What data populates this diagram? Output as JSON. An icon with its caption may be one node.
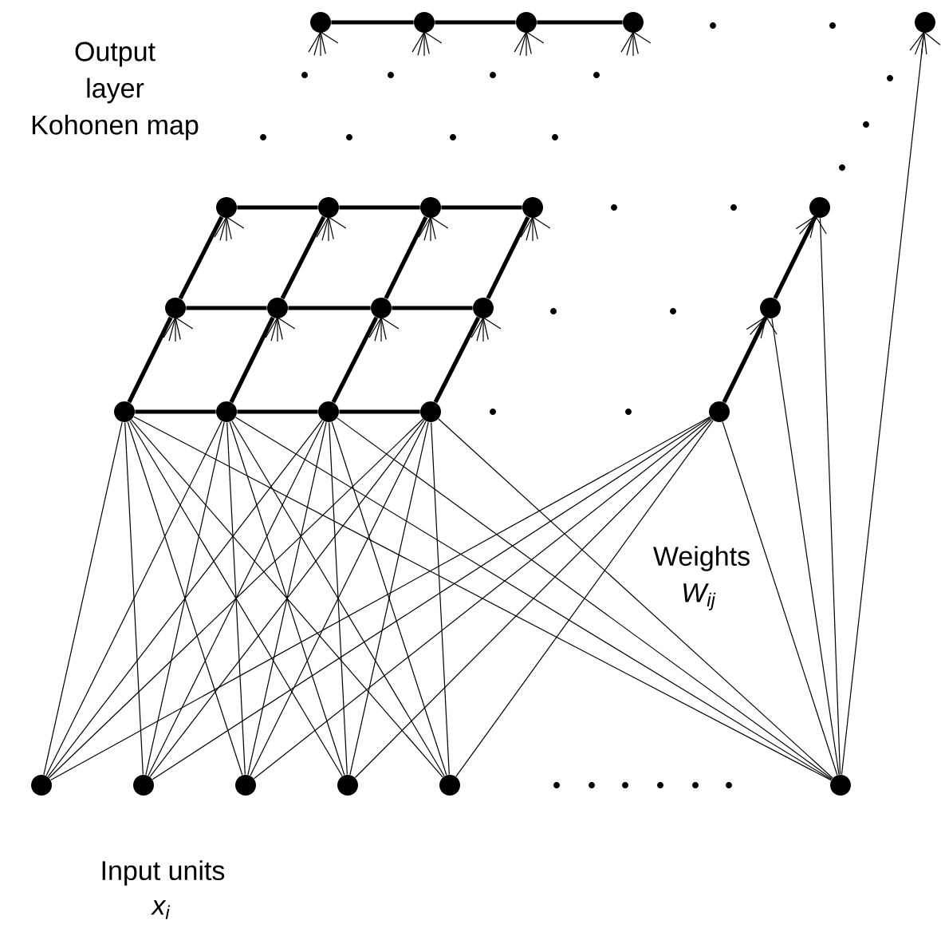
{
  "diagram": {
    "nodes": [
      {
        "text": [],
        "shape": "circle"
      },
      {
        "text": [],
        "shape": "circle"
      },
      {
        "text": [],
        "shape": "circle"
      },
      {
        "text": [],
        "shape": "circle"
      },
      {
        "text": [],
        "shape": "circle"
      },
      {
        "text": [],
        "shape": "circle"
      },
      {
        "text": [],
        "shape": "circle"
      },
      {
        "text": [],
        "shape": "circle"
      },
      {
        "text": [],
        "shape": "circle"
      },
      {
        "text": [],
        "shape": "circle"
      },
      {
        "text": [],
        "shape": "circle"
      },
      {
        "text": [],
        "shape": "circle"
      },
      {
        "text": [],
        "shape": "circle"
      },
      {
        "text": [],
        "shape": "circle"
      },
      {
        "text": [],
        "shape": "circle"
      },
      {
        "text": [],
        "shape": "circle"
      },
      {
        "text": [],
        "shape": "circle"
      },
      {
        "text": [],
        "shape": "circle"
      },
      {
        "text": [],
        "shape": "circle"
      },
      {
        "text": [],
        "shape": "circle"
      },
      {
        "text": [],
        "shape": "circle"
      },
      {
        "text": [],
        "shape": "circle"
      },
      {
        "text": [],
        "shape": "circle"
      },
      {
        "text": [],
        "shape": "circle"
      },
      {
        "text": [],
        "shape": "circle"
      },
      {
        "text": [],
        "shape": "circle"
      }
    ],
    "edges": [
      {
        "from": 0,
        "to": 1,
        "arrow": "none",
        "style": "thick"
      },
      {
        "from": 1,
        "to": 2,
        "arrow": "none",
        "style": "thick"
      },
      {
        "from": 2,
        "to": 3,
        "arrow": "none",
        "style": "thick"
      },
      {
        "from": 5,
        "to": 6,
        "arrow": "none",
        "style": "thick"
      },
      {
        "from": 6,
        "to": 7,
        "arrow": "none",
        "style": "thick"
      },
      {
        "from": 7,
        "to": 8,
        "arrow": "none",
        "style": "thick"
      },
      {
        "from": 10,
        "to": 11,
        "arrow": "none",
        "style": "thick"
      },
      {
        "from": 11,
        "to": 12,
        "arrow": "none",
        "style": "thick"
      },
      {
        "from": 12,
        "to": 13,
        "arrow": "none",
        "style": "thick"
      },
      {
        "from": 15,
        "to": 16,
        "arrow": "none",
        "style": "thick"
      },
      {
        "from": 16,
        "to": 17,
        "arrow": "none",
        "style": "thick"
      },
      {
        "from": 17,
        "to": 18,
        "arrow": "none",
        "style": "thick"
      },
      {
        "from": 15,
        "to": 10,
        "arrow": "none",
        "style": "thick"
      },
      {
        "from": 10,
        "to": 5,
        "arrow": "none",
        "style": "thick"
      },
      {
        "from": 16,
        "to": 11,
        "arrow": "none",
        "style": "thick"
      },
      {
        "from": 11,
        "to": 6,
        "arrow": "none",
        "style": "thick"
      },
      {
        "from": 17,
        "to": 12,
        "arrow": "none",
        "style": "thick"
      },
      {
        "from": 12,
        "to": 7,
        "arrow": "none",
        "style": "thick"
      },
      {
        "from": 18,
        "to": 13,
        "arrow": "none",
        "style": "thick"
      },
      {
        "from": 13,
        "to": 8,
        "arrow": "none",
        "style": "thick"
      },
      {
        "from": 19,
        "to": 14,
        "arrow": "none",
        "style": "thick"
      },
      {
        "from": 14,
        "to": 9,
        "arrow": "none",
        "style": "thick"
      },
      {
        "from": 20,
        "to": 15,
        "arrow": "none"
      },
      {
        "from": 20,
        "to": 16,
        "arrow": "none"
      },
      {
        "from": 20,
        "to": 17,
        "arrow": "none"
      },
      {
        "from": 20,
        "to": 18,
        "arrow": "none"
      },
      {
        "from": 20,
        "to": 19,
        "arrow": "none"
      },
      {
        "from": 21,
        "to": 15,
        "arrow": "none"
      },
      {
        "from": 21,
        "to": 16,
        "arrow": "none"
      },
      {
        "from": 21,
        "to": 17,
        "arrow": "none"
      },
      {
        "from": 21,
        "to": 18,
        "arrow": "none"
      },
      {
        "from": 21,
        "to": 19,
        "arrow": "none"
      },
      {
        "from": 22,
        "to": 15,
        "arrow": "none"
      },
      {
        "from": 22,
        "to": 16,
        "arrow": "none"
      },
      {
        "from": 22,
        "to": 17,
        "arrow": "none"
      },
      {
        "from": 22,
        "to": 18,
        "arrow": "none"
      },
      {
        "from": 22,
        "to": 19,
        "arrow": "none"
      },
      {
        "from": 23,
        "to": 15,
        "arrow": "none"
      },
      {
        "from": 23,
        "to": 16,
        "arrow": "none"
      },
      {
        "from": 23,
        "to": 17,
        "arrow": "none"
      },
      {
        "from": 23,
        "to": 18,
        "arrow": "none"
      },
      {
        "from": 23,
        "to": 19,
        "arrow": "none"
      },
      {
        "from": 24,
        "to": 15,
        "arrow": "none"
      },
      {
        "from": 24,
        "to": 16,
        "arrow": "none"
      },
      {
        "from": 24,
        "to": 17,
        "arrow": "none"
      },
      {
        "from": 24,
        "to": 18,
        "arrow": "none"
      },
      {
        "from": 24,
        "to": 19,
        "arrow": "none"
      },
      {
        "from": 25,
        "to": 15,
        "arrow": "none"
      },
      {
        "from": 25,
        "to": 16,
        "arrow": "none"
      },
      {
        "from": 25,
        "to": 17,
        "arrow": "none"
      },
      {
        "from": 25,
        "to": 18,
        "arrow": "none"
      },
      {
        "from": 25,
        "to": 19,
        "arrow": "none"
      },
      {
        "from": 25,
        "to": 14,
        "arrow": "none"
      },
      {
        "from": 25,
        "to": 9,
        "arrow": "none"
      },
      {
        "from": 25,
        "to": 4,
        "arrow": "none"
      }
    ],
    "labels": [
      "Output layer Kohonen map",
      "Weights",
      "W$_{ij}$",
      "Input units",
      "x$_{i}$"
    ]
  }
}
